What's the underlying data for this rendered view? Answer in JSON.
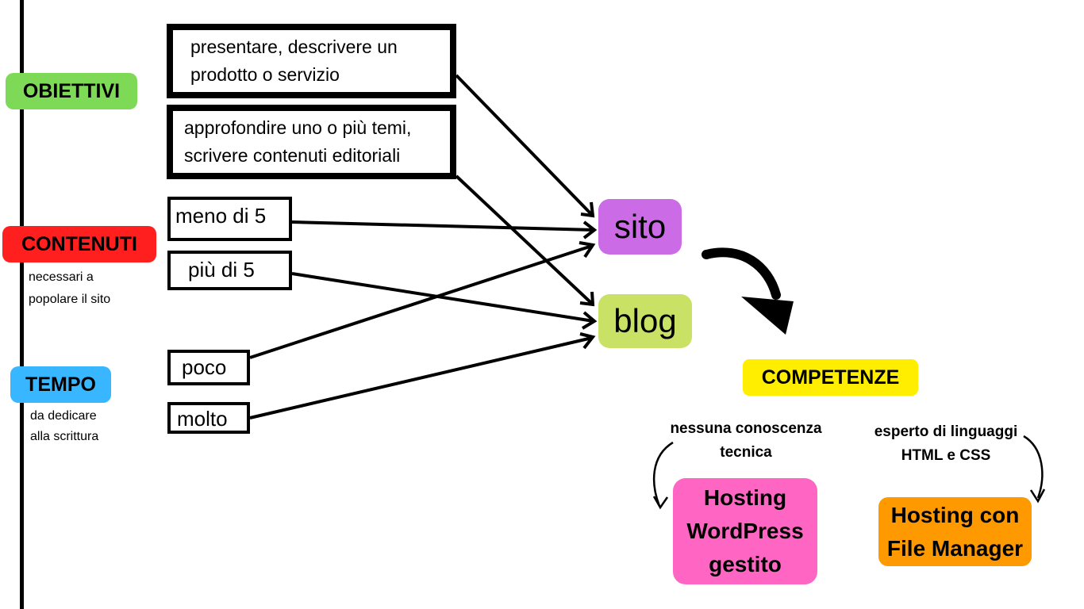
{
  "left_labels": {
    "obiettivi": {
      "label": "OBIETTIVI",
      "color": "#7ed957"
    },
    "contenuti": {
      "label": "CONTENUTI",
      "sub": [
        "necessari a",
        "popolare il sito"
      ],
      "color": "#ff1f1f"
    },
    "tempo": {
      "label": "TEMPO",
      "sub": [
        "da dedicare",
        "alla scrittura"
      ],
      "color": "#38b6ff"
    }
  },
  "objective_boxes": [
    [
      "presentare, descrivere un",
      "prodotto o servizio"
    ],
    [
      "approfondire uno o più temi,",
      "scrivere contenuti editoriali"
    ]
  ],
  "content_boxes": [
    "meno di 5",
    "più di 5"
  ],
  "time_boxes": [
    "poco",
    "molto"
  ],
  "targets": {
    "sito": {
      "label": "sito",
      "color": "#cb6ce6"
    },
    "blog": {
      "label": "blog",
      "color": "#c9e265"
    }
  },
  "competenze": {
    "label": "COMPETENZE",
    "color": "#ffee00"
  },
  "skills": {
    "none": {
      "note": [
        "nessuna conoscenza",
        "tecnica"
      ],
      "hosting": [
        "Hosting",
        "WordPress",
        "gestito"
      ],
      "color": "#ff66c4"
    },
    "expert": {
      "note": [
        "esperto di linguaggi",
        "HTML e CSS"
      ],
      "hosting": [
        "Hosting con",
        "File Manager"
      ],
      "color": "#ff9900"
    }
  }
}
